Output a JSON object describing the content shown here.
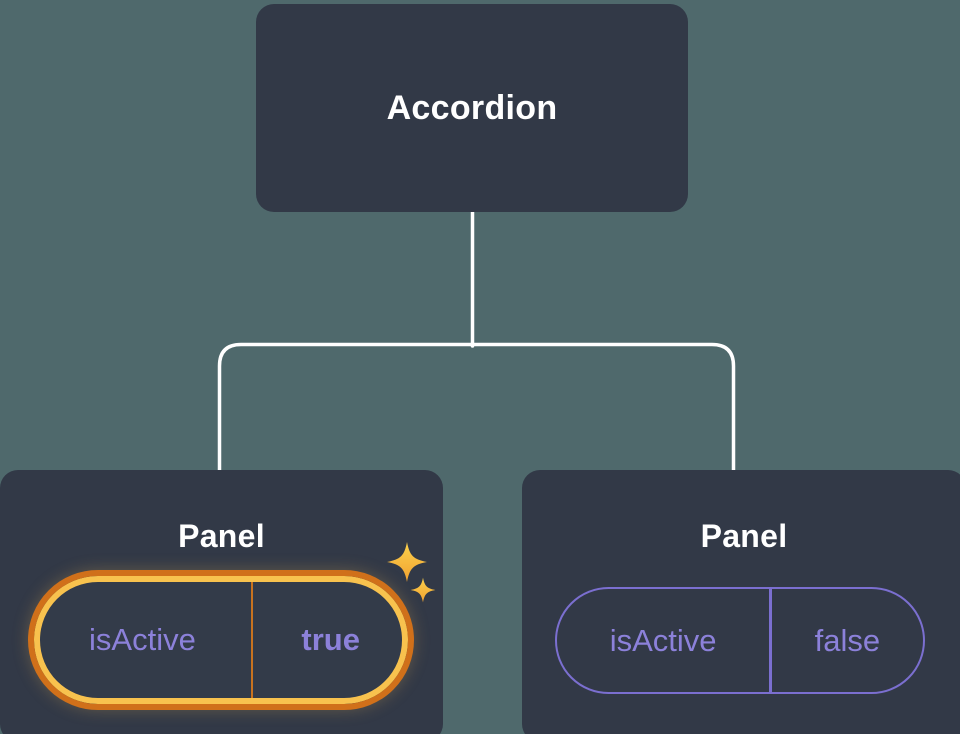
{
  "diagram": {
    "root": {
      "label": "Accordion"
    },
    "children": [
      {
        "label": "Panel",
        "prop_name": "isActive",
        "prop_value": "true",
        "highlighted": true
      },
      {
        "label": "Panel",
        "prop_name": "isActive",
        "prop_value": "false",
        "highlighted": false
      }
    ]
  },
  "icons": {
    "sparkle": "✦"
  },
  "colors": {
    "background": "#4f696c",
    "node_fill": "#323947",
    "connector": "#ffffff",
    "label_text": "#ffffff",
    "prop_text": "#8c81da",
    "inactive_border": "#7b6fd0",
    "highlight_ring_outer": "#d0701a",
    "highlight_ring_inner": "#f8c24e",
    "highlight_divider": "#c9731f",
    "sparkle_gradient_top": "#fcd34d",
    "sparkle_gradient_bottom": "#f0a030"
  }
}
